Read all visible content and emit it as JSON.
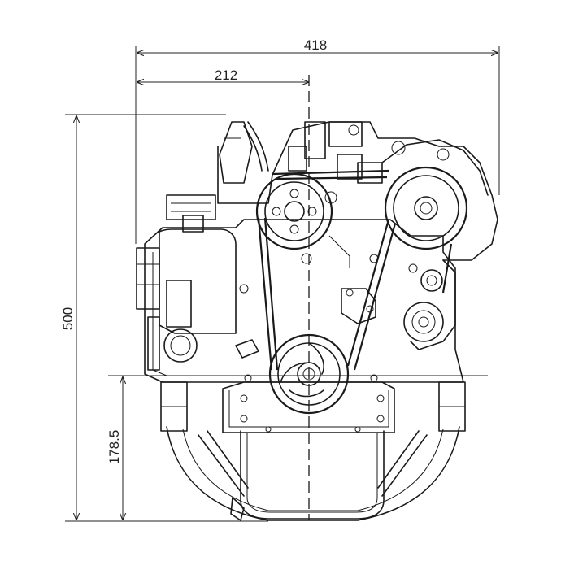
{
  "dimensions": {
    "overall_width": "418",
    "crank_offset": "212",
    "overall_height": "500",
    "crank_height": "178.5"
  }
}
